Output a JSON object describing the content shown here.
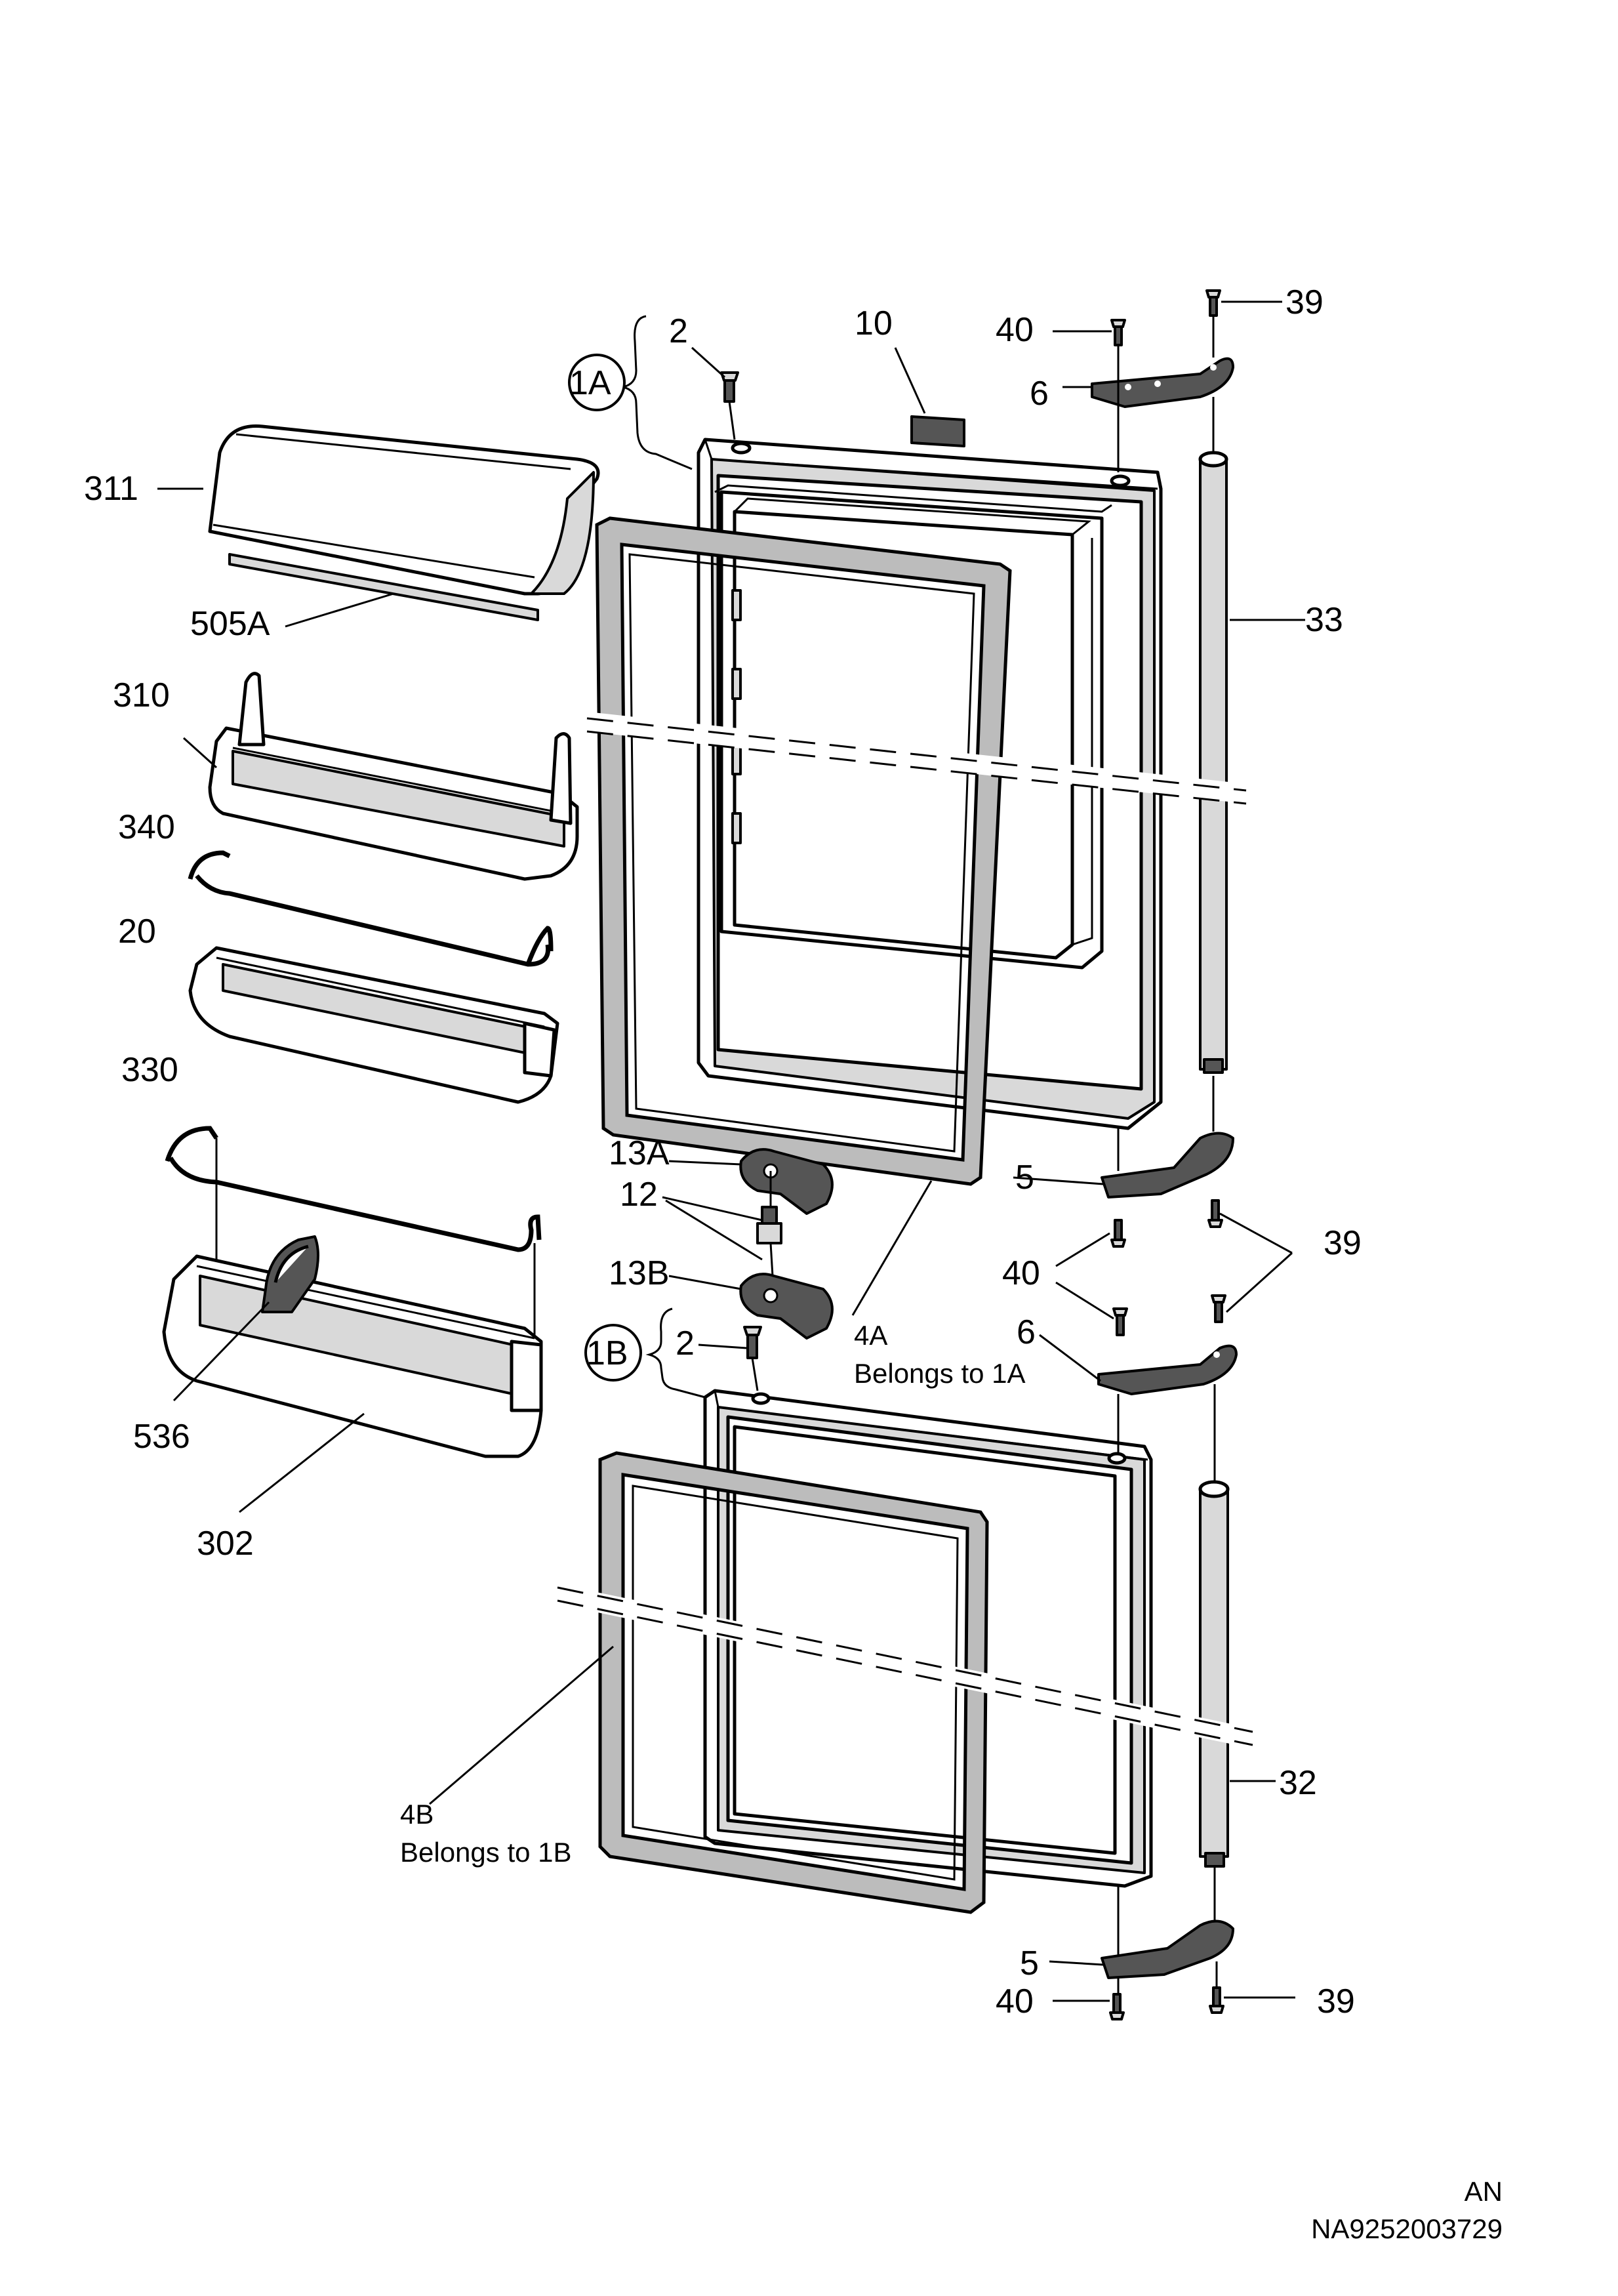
{
  "labels": {
    "p2a": "2",
    "p10": "10",
    "p40a": "40",
    "p39a": "39",
    "p1a": "1A",
    "p6a": "6",
    "p311": "311",
    "p505a": "505A",
    "p33": "33",
    "p310": "310",
    "p340": "340",
    "p20": "20",
    "p330": "330",
    "p13a": "13A",
    "p5a": "5",
    "p12": "12",
    "p39b": "39",
    "p13b": "13B",
    "p40b": "40",
    "p4a": "4A",
    "p4a_note": "Belongs to 1A",
    "p6b": "6",
    "p1b": "1B",
    "p2b": "2",
    "p536": "536",
    "p302": "302",
    "p4b": "4B",
    "p4b_note": "Belongs to 1B",
    "p32": "32",
    "p5b": "5",
    "p40c": "40",
    "p39c": "39"
  },
  "footer": {
    "lang": "AN",
    "doc_number": "NA9252003729"
  }
}
